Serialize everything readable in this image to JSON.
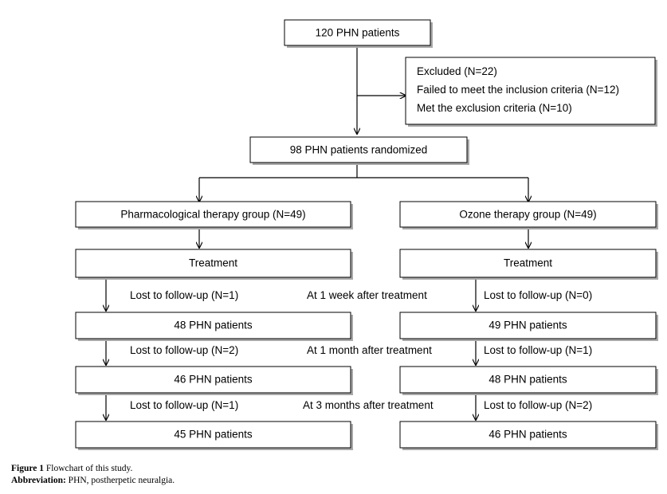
{
  "figure": {
    "nodes": {
      "enrolled": "120 PHN patients",
      "randomized": "98 PHN patients randomized",
      "excluded_lines": [
        "Excluded (N=22)",
        "Failed to meet the inclusion criteria (N=12)",
        "Met the exclusion criteria (N=10)"
      ],
      "left_group": "Pharmacological therapy group (N=49)",
      "right_group": "Ozone therapy group (N=49)",
      "left_treatment": "Treatment",
      "right_treatment": "Treatment",
      "left_week1": "48 PHN patients",
      "right_week1": "49 PHN patients",
      "left_month1": "46 PHN patients",
      "right_month1": "48 PHN patients",
      "left_month3": "45 PHN patients",
      "right_month3": "46 PHN patients"
    },
    "timepoints": {
      "week1": "At 1 week after treatment",
      "month1": "At 1 month after treatment",
      "month3": "At 3 months after treatment"
    },
    "losses": {
      "left_week1": "Lost to follow-up (N=1)",
      "right_week1": "Lost to follow-up (N=0)",
      "left_month1": "Lost to follow-up (N=2)",
      "right_month1": "Lost to follow-up (N=1)",
      "left_month3": "Lost to follow-up (N=1)",
      "right_month3": "Lost to follow-up (N=2)"
    },
    "caption": {
      "figure_label": "Figure 1",
      "figure_text": "Flowchart of this study.",
      "abbrev_label": "Abbreviation:",
      "abbrev_text": "PHN, postherpetic neuralgia."
    },
    "colors": {
      "box_border": "#000000",
      "box_fill": "#ffffff",
      "shadow": "#a8a8a8",
      "connector": "#000000",
      "text": "#000000",
      "background": "#ffffff"
    }
  }
}
